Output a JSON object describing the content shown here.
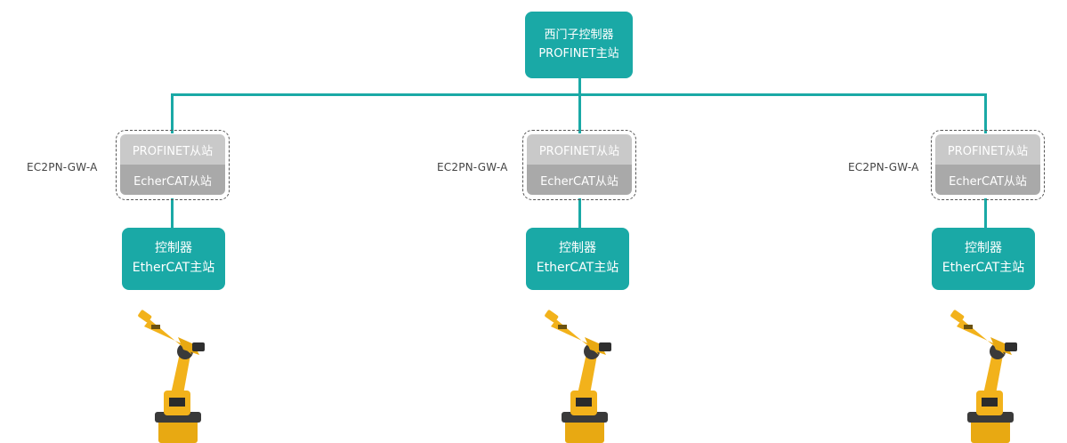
{
  "master": {
    "line1": "西门子控制器",
    "line2": "PROFINET主站"
  },
  "branches": [
    {
      "gateway_model": "EC2PN-GW-A",
      "slave_top": "PROFINET从站",
      "slave_bottom": "EcherCAT从站",
      "controller_line1": "控制器",
      "controller_line2": "EtherCAT主站"
    },
    {
      "gateway_model": "EC2PN-GW-A",
      "slave_top": "PROFINET从站",
      "slave_bottom": "EcherCAT从站",
      "controller_line1": "控制器",
      "controller_line2": "EtherCAT主站"
    },
    {
      "gateway_model": "EC2PN-GW-A",
      "slave_top": "PROFINET从站",
      "slave_bottom": "EcherCAT从站",
      "controller_line1": "控制器",
      "controller_line2": "EtherCAT主站"
    }
  ],
  "colors": {
    "teal": "#1aa9a6",
    "gateway_top": "#c9c9c9",
    "gateway_bottom": "#a9a9a9",
    "robot": "#f2b21b"
  }
}
